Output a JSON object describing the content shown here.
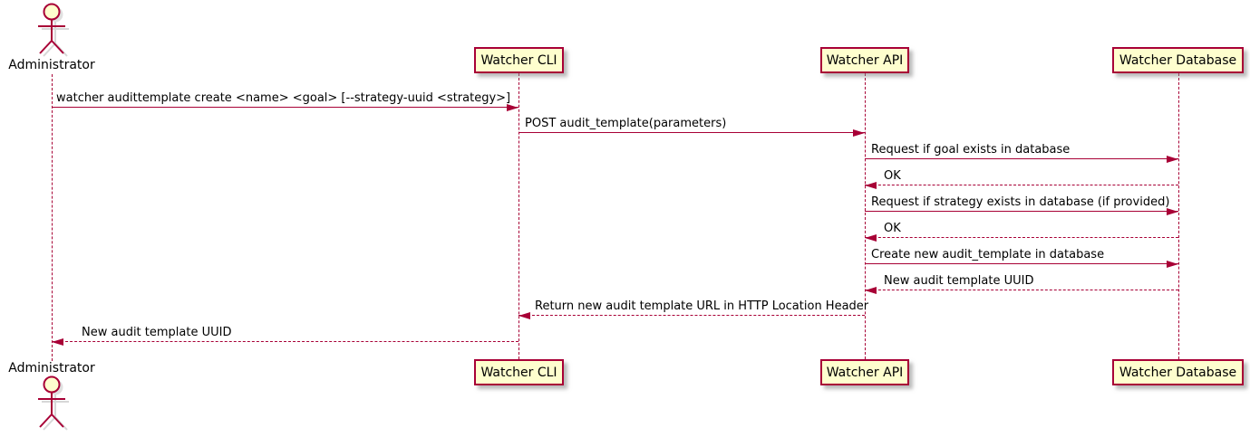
{
  "diagram": {
    "type": "sequence-diagram",
    "colors": {
      "accent": "#A80036",
      "participant_fill": "#FEFECE",
      "lifeline": "#A80036",
      "text": "#000000",
      "background": "#ffffff"
    },
    "actor": {
      "label": "Administrator"
    },
    "participants": [
      {
        "label": "Watcher CLI"
      },
      {
        "label": "Watcher API"
      },
      {
        "label": "Watcher Database"
      }
    ],
    "messages": [
      {
        "from": "Administrator",
        "to": "Watcher CLI",
        "style": "solid",
        "text": "watcher audittemplate create <name> <goal> [--strategy-uuid <strategy>]"
      },
      {
        "from": "Watcher CLI",
        "to": "Watcher API",
        "style": "solid",
        "text": "POST audit_template(parameters)"
      },
      {
        "from": "Watcher API",
        "to": "Watcher Database",
        "style": "solid",
        "text": "Request if goal exists in database"
      },
      {
        "from": "Watcher Database",
        "to": "Watcher API",
        "style": "dashed",
        "text": "OK"
      },
      {
        "from": "Watcher API",
        "to": "Watcher Database",
        "style": "solid",
        "text": "Request if strategy exists in database (if provided)"
      },
      {
        "from": "Watcher Database",
        "to": "Watcher API",
        "style": "dashed",
        "text": "OK"
      },
      {
        "from": "Watcher API",
        "to": "Watcher Database",
        "style": "solid",
        "text": "Create new audit_template in database"
      },
      {
        "from": "Watcher Database",
        "to": "Watcher API",
        "style": "dashed",
        "text": "New audit template UUID"
      },
      {
        "from": "Watcher API",
        "to": "Watcher CLI",
        "style": "dashed",
        "text": "Return new audit template URL in HTTP Location Header"
      },
      {
        "from": "Watcher CLI",
        "to": "Administrator",
        "style": "dashed",
        "text": "New audit template UUID"
      }
    ]
  }
}
